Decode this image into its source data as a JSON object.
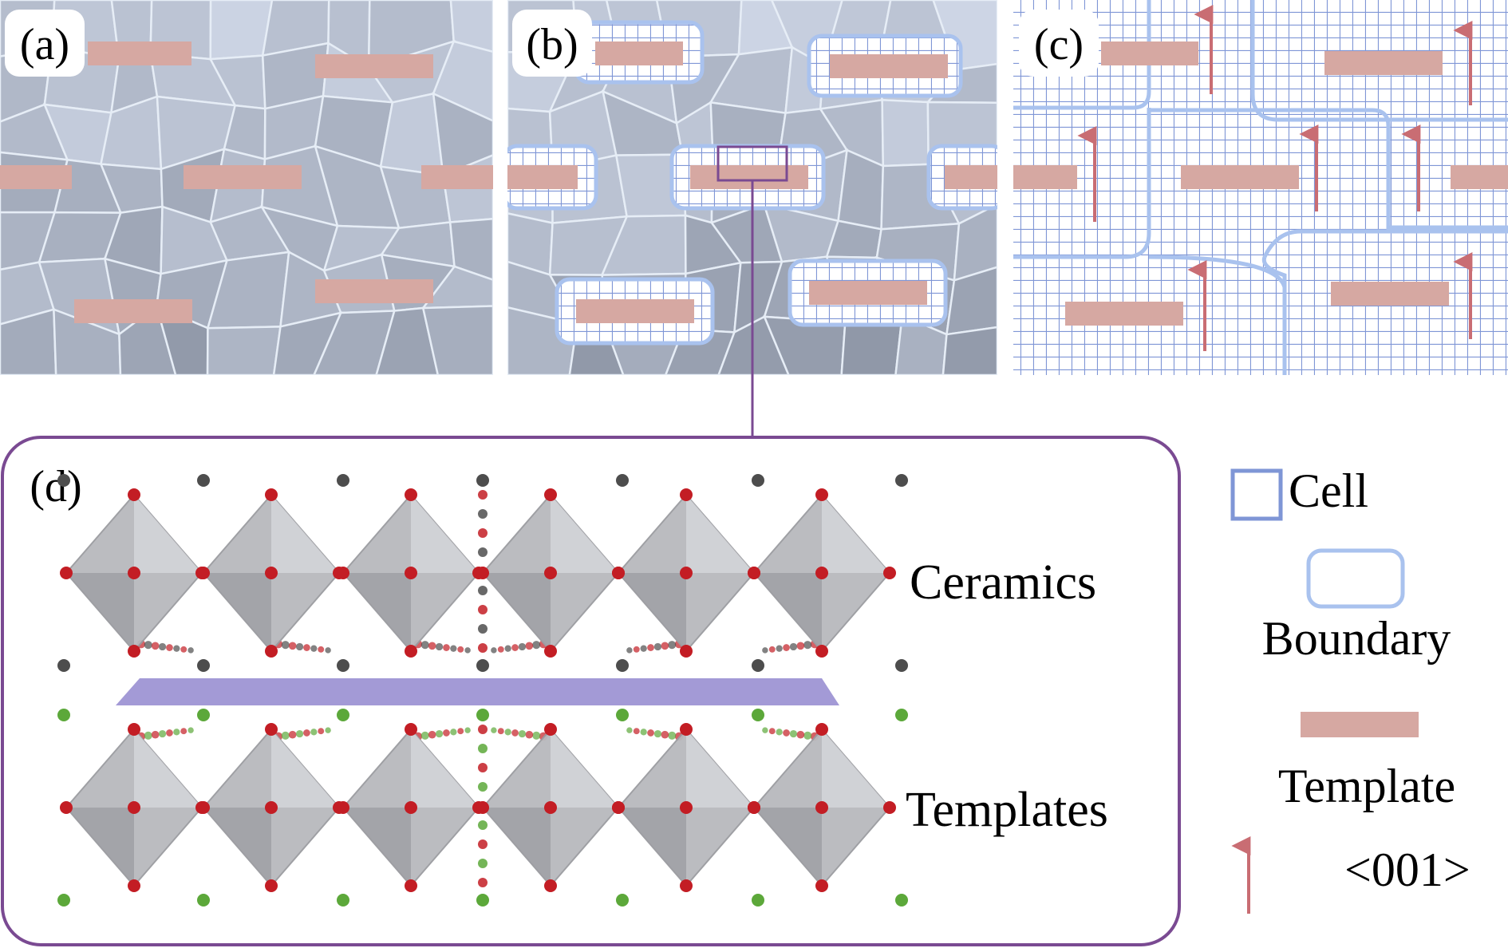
{
  "figure": {
    "panels": [
      {
        "id": "a",
        "label": "(a)"
      },
      {
        "id": "b",
        "label": "(b)"
      },
      {
        "id": "c",
        "label": "(c)"
      },
      {
        "id": "d",
        "label": "(d)"
      }
    ],
    "layers": {
      "top": "Ceramics",
      "bottom": "Templates"
    },
    "legend": {
      "cell": "Cell",
      "boundary": "Boundary",
      "template": "Template",
      "direction": "<001>"
    }
  },
  "colors": {
    "template": "#d6a8a2",
    "grid": "#7f96d6",
    "boundary": "#a9c2ee",
    "grain_bg": "#b6c2d2",
    "arrow": "#c96d73",
    "frame": "#7a4a92",
    "octahedron": "#b8b9bd",
    "oxygen": "#c31d24",
    "a_site_ceramic": "#4d4d4d",
    "a_site_template": "#5ca83a",
    "interface": "#a39ad6"
  }
}
